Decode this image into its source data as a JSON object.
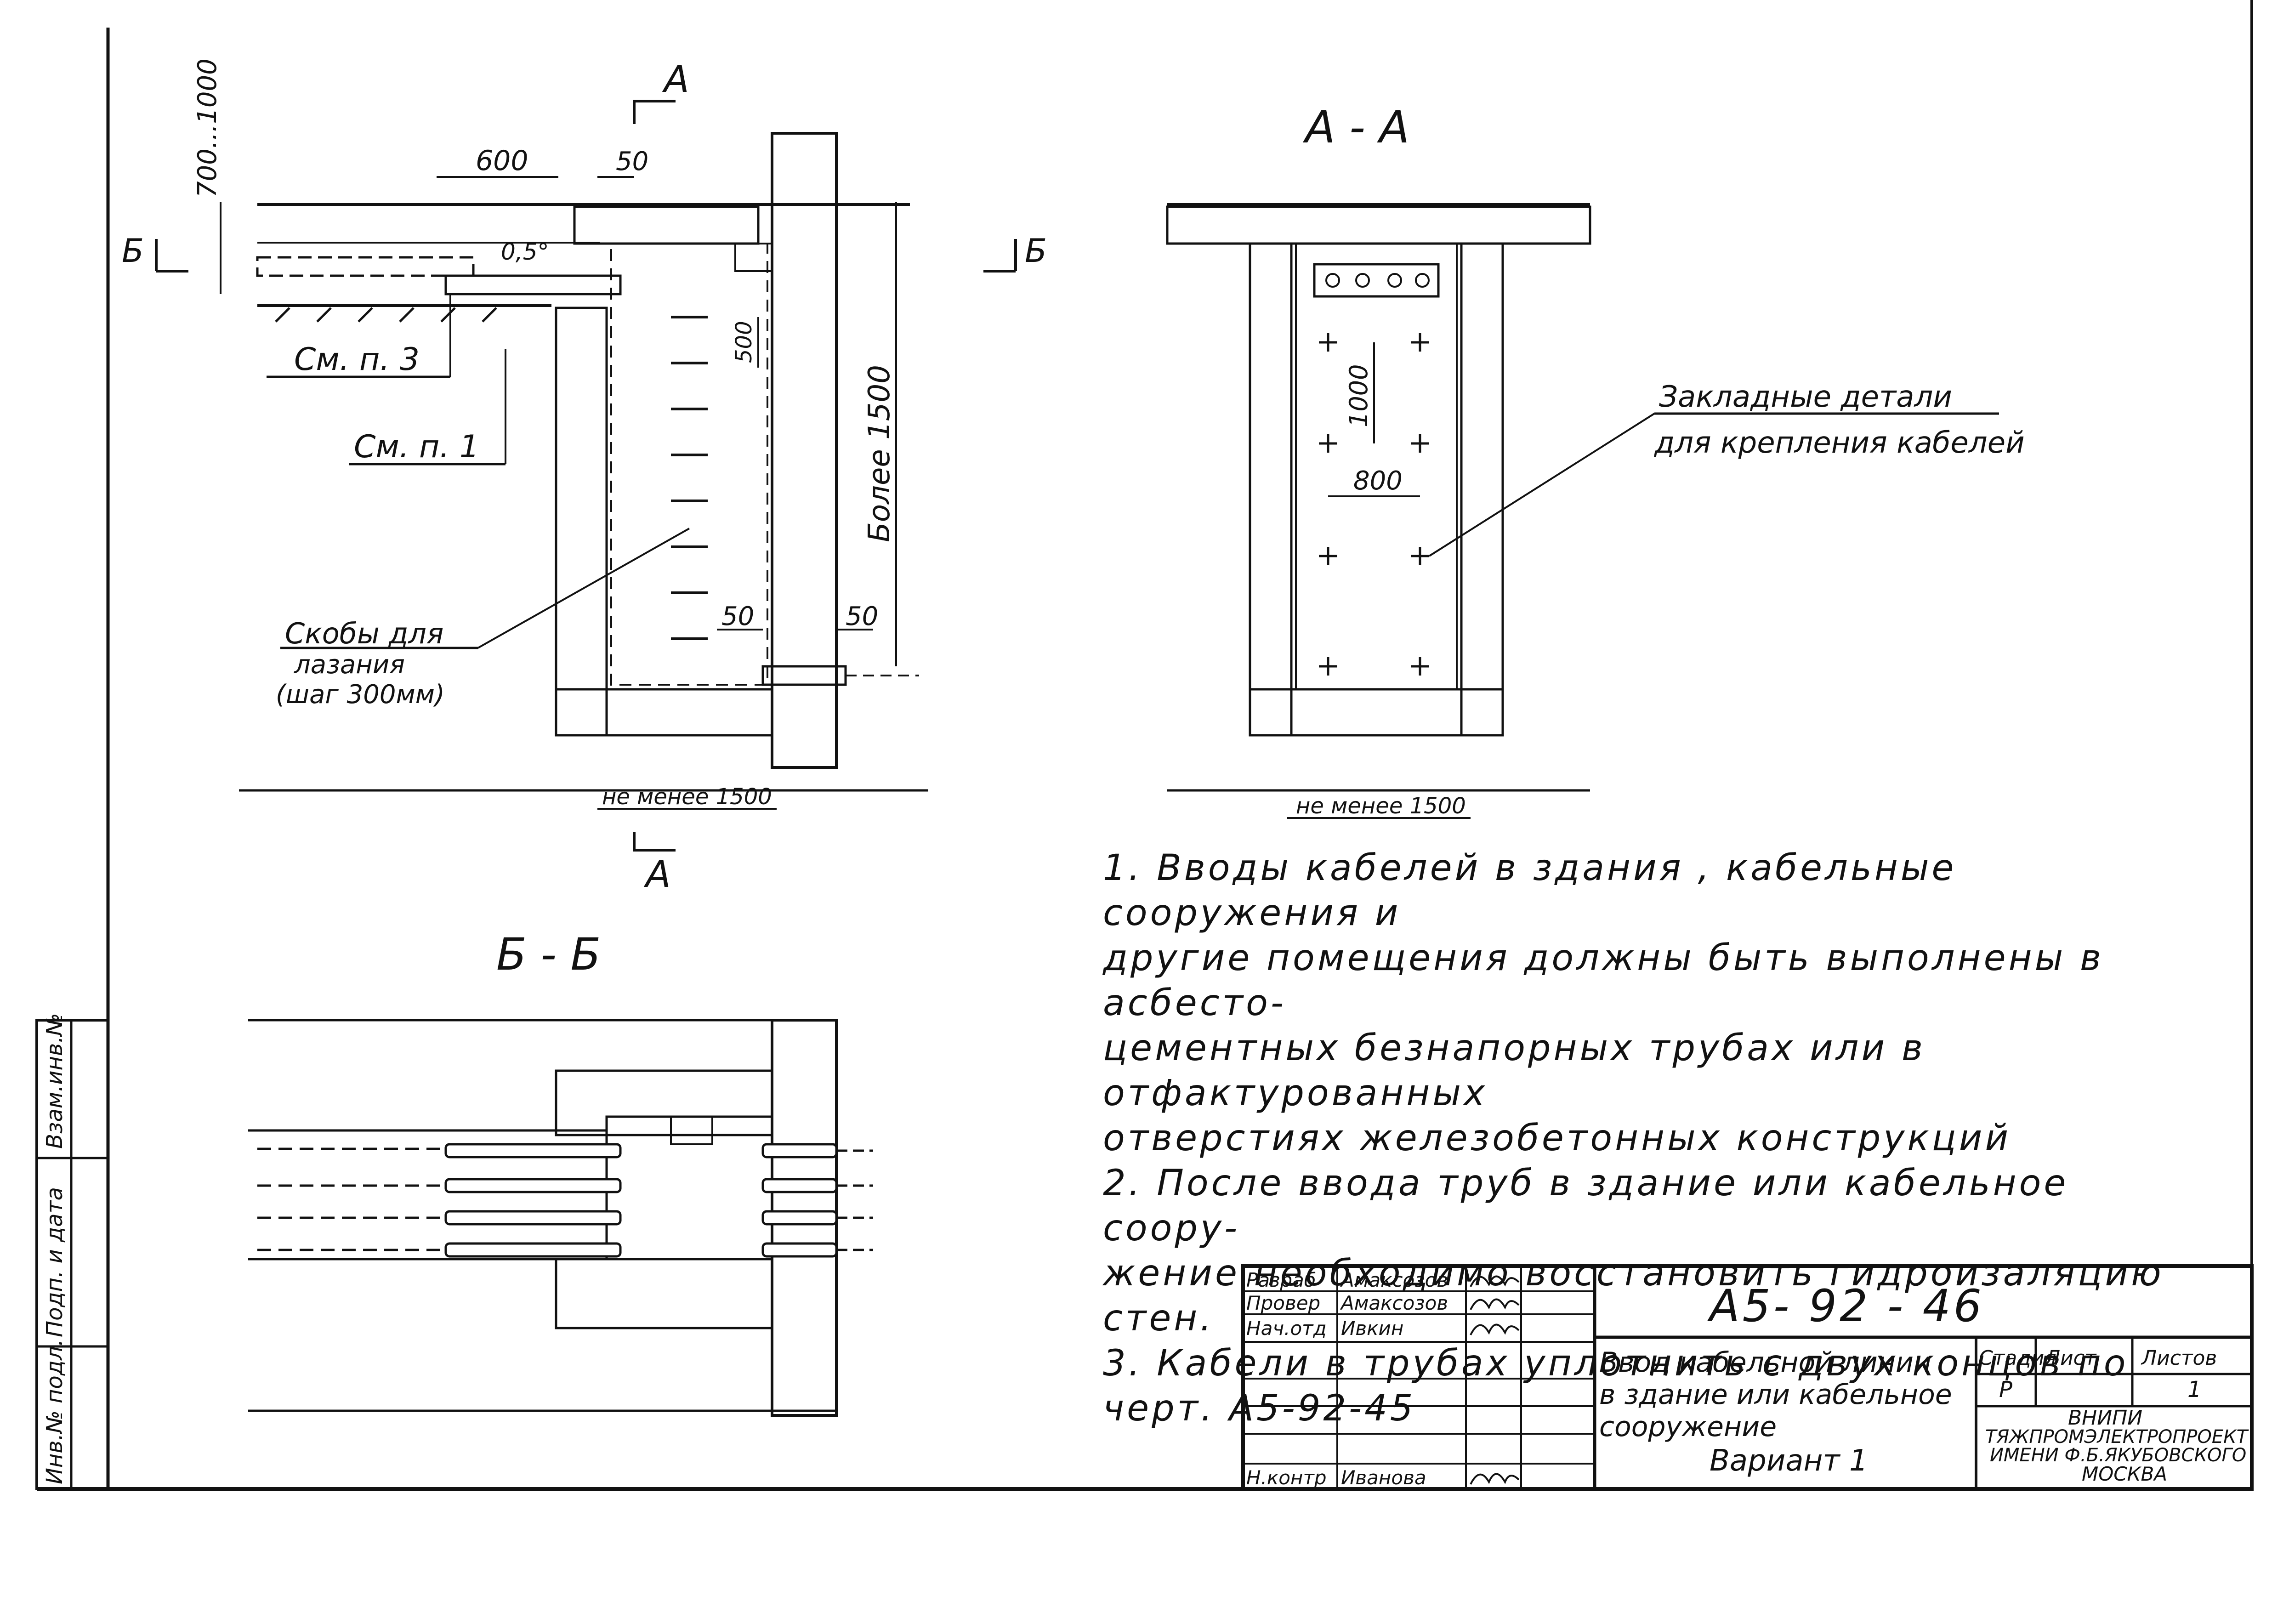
{
  "drawing": {
    "plan": {
      "section_mark": "А",
      "section_mark_bottom": "А",
      "dims": {
        "top_range": "700...1000",
        "width_600": "600",
        "gap_50_top": "50",
        "angle": "0,5°",
        "step_500": "500",
        "depth": "Более 1500",
        "gap_50_left": "50",
        "gap_50_right": "50",
        "min_width": "не менее 1500"
      },
      "cut_left": "Б",
      "cut_right": "Б",
      "ref_p3": "См. п. 3",
      "ref_p1": "См. п. 1",
      "callout_ladder": [
        "Скобы для",
        "лазания",
        "(шаг 300мм)"
      ]
    },
    "section_aa": {
      "title": "А - А",
      "dims": {
        "v1000": "1000",
        "h800": "800",
        "min_width": "не менее 1500"
      },
      "callout": [
        "Закладные детали",
        "для крепления кабелей"
      ]
    },
    "section_bb": {
      "title": "Б - Б"
    }
  },
  "notes": [
    "1. Вводы кабелей в здания , кабельные сооружения и",
    "другие помещения должны быть выполнены в асбесто-",
    "цементных безнапорных трубах или в отфактурованных",
    "отверстиях железобетонных конструкций",
    "2. После ввода труб в здание или кабельное соору-",
    "жение необходимо восстановить гидроизаляцию",
    "стен.",
    "3. Кабели в трубах уплотнить с двух концов по",
    "черт. А5-92-45"
  ],
  "title_block": {
    "doc_code": "А5- 92 - 46",
    "rows": [
      {
        "role": "Разраб",
        "name": "Амаксозов"
      },
      {
        "role": "Провер",
        "name": "Амаксозов"
      },
      {
        "role": "Нач.отд",
        "name": "Ивкин"
      },
      {
        "role": "",
        "name": ""
      },
      {
        "role": "",
        "name": ""
      },
      {
        "role": "",
        "name": ""
      },
      {
        "role": "",
        "name": ""
      },
      {
        "role": "Н.контр",
        "name": "Иванова"
      }
    ],
    "title_lines": [
      "Ввод кабельной линии",
      "в здание или кабельное",
      "сооружение",
      "Вариант 1"
    ],
    "stage_label": "Стадия",
    "sheet_label": "Лист",
    "sheets_label": "Листов",
    "stage": "Р",
    "sheets": "1",
    "org": [
      "ВНИПИ",
      "ТЯЖПРОМЭЛЕКТРОПРОЕКТ",
      "ИМЕНИ Ф.Б.ЯКУБОВСКОГО",
      "МОСКВА"
    ]
  },
  "side_stamp": [
    "Взам.инв.№",
    "Подп. и дата",
    "Инв.№ подл."
  ]
}
